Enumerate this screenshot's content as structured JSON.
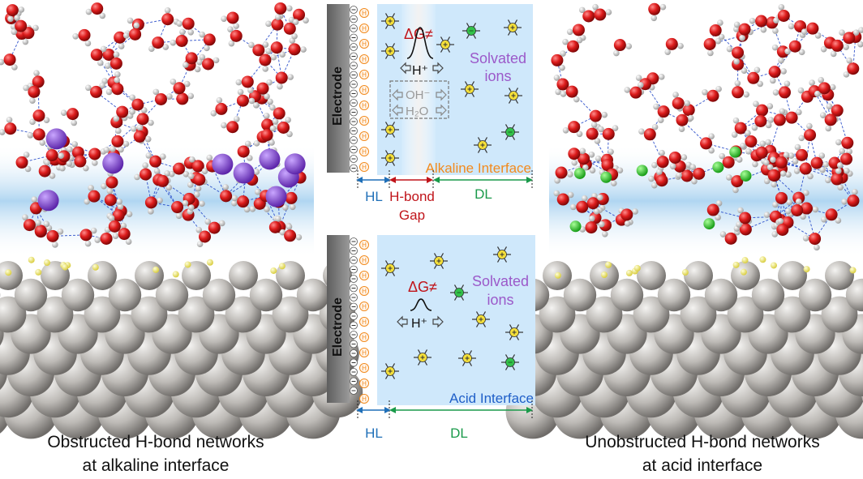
{
  "captions": {
    "left_line1": "Obstructed H-bond networks",
    "left_line2": "at alkaline interface",
    "right_line1": "Unobstructed H-bond networks",
    "right_line2": "at acid interface"
  },
  "alkaline_panel": {
    "electrode_label": "Electrode",
    "adsorbate_symbol": "H",
    "barrier_label": "ΔG≠",
    "proton_label": "H⁺",
    "hydroxide_label": "OH⁻",
    "water_label": "H₂O",
    "solvated_line1": "Solvated",
    "solvated_line2": "ions",
    "interface_label": "Alkaline Interface",
    "hl_label": "HL",
    "gap_line1": "H-bond",
    "gap_line2": "Gap",
    "dl_label": "DL"
  },
  "acid_panel": {
    "electrode_label": "Electrode",
    "adsorbate_symbol": "H",
    "barrier_label": "ΔG≠",
    "proton_label": "H⁺",
    "solvated_line1": "Solvated",
    "solvated_line2": "ions",
    "interface_label": "Acid Interface",
    "hl_label": "HL",
    "dl_label": "DL"
  },
  "colors": {
    "oxygen": "#d7191c",
    "hydrogen": "#f2f2f2",
    "hbond": "#2448c8",
    "cation_alkaline": "#8a4fd6",
    "cation_acid": "#2fc82f",
    "metal": "#bfbdba",
    "adsorbed_h": "#f4ee7a",
    "solution": "#cfe8fb",
    "hl_color": "#1f6fb8",
    "gap_color": "#c0141a",
    "dl_color": "#1a9a4a",
    "alkaline_label": "#f28a1d",
    "acid_label": "#1f5fc8",
    "solvated_color": "#9b59c9"
  }
}
